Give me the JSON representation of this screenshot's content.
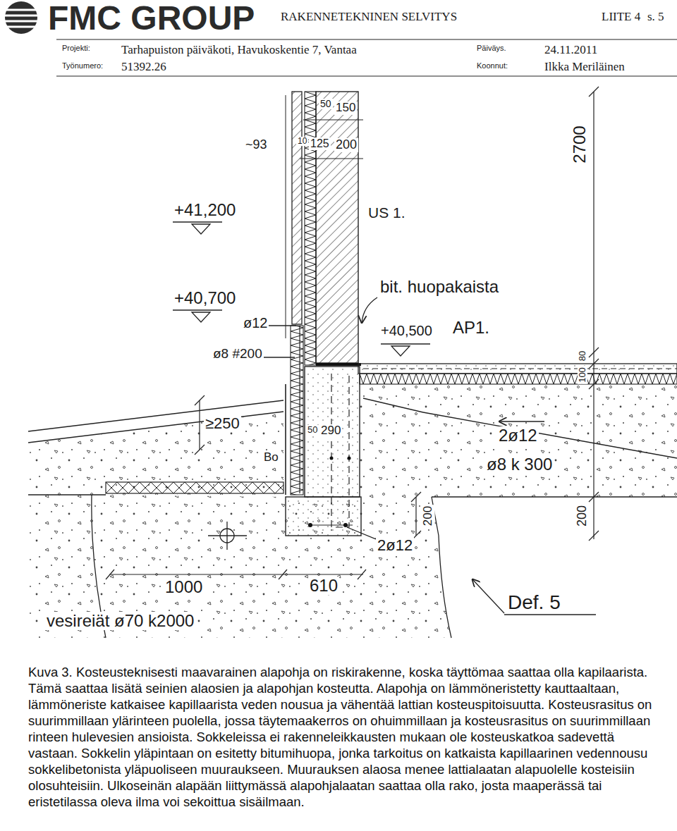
{
  "diagram": {
    "caption": "Kuva 3. Kosteusteknisesti maavarainen alapohja on riskirakenne, koska täyttömaa saattaa olla kapilaarista. Tämä saattaa lisätä seinien alaosien ja alapohjan kosteutta. Alapohja on lämmöneristetty kauttaaltaan, lämmöneriste katkaisee kapillaarista veden nousua ja vähentää lattian kosteuspitoisuutta. Kosteusrasitus on suurimmillaan ylärinteen puolella, jossa täytemaakerros on ohuimmillaan ja kosteusrasitus on suurimmillaan rinteen hulevesien ansioista. Sokkeleissa ei rakenneleikkausten mukaan ole kosteuskatkoa sadevettä vastaan. Sokkelin yläpintaan on esitetty bitumihuopa, jonka tarkoitus on katkaista kapillaarinen vedennousu sokkelibetonista yläpuoliseen muuraukseen. Muurauksen alaosa menee lattialaatan alapuolelle kosteisiin olosuhteisiin. Ulkoseinän alapään liittymässä alapohjalaatan saattaa olla rako, josta maaperässä tai eristetilassa oleva ilma voi sekoittua sisäilmaan.",
    "labels": [
      "FMC GROUP",
      "RAKENNETEKNINEN SELVITYS",
      "LIITE 4",
      "s. 5",
      "Projekti:",
      "Tarhapuiston päiväkoti, Havukoskentie 7, Vantaa",
      "Päiväys.",
      "24.11.2011",
      "Työnumero:",
      "51392.26",
      "Koonnut:",
      "Ilkka Meriläinen",
      "50",
      "150",
      "~93",
      "10",
      "125",
      "200",
      "2700",
      "+41,200",
      "US 1.",
      "+40,700",
      "bit. huopakaista",
      "ø12",
      "+40,500",
      "AP1.",
      "ø8 #200",
      "100",
      "80",
      "≥250",
      "Bo",
      "50",
      "290",
      "2ø12",
      "ø8 k 300",
      "200",
      "200",
      "2ø12",
      "1000",
      "610",
      "Def. 5",
      "vesireiät ø70 k2000"
    ]
  }
}
